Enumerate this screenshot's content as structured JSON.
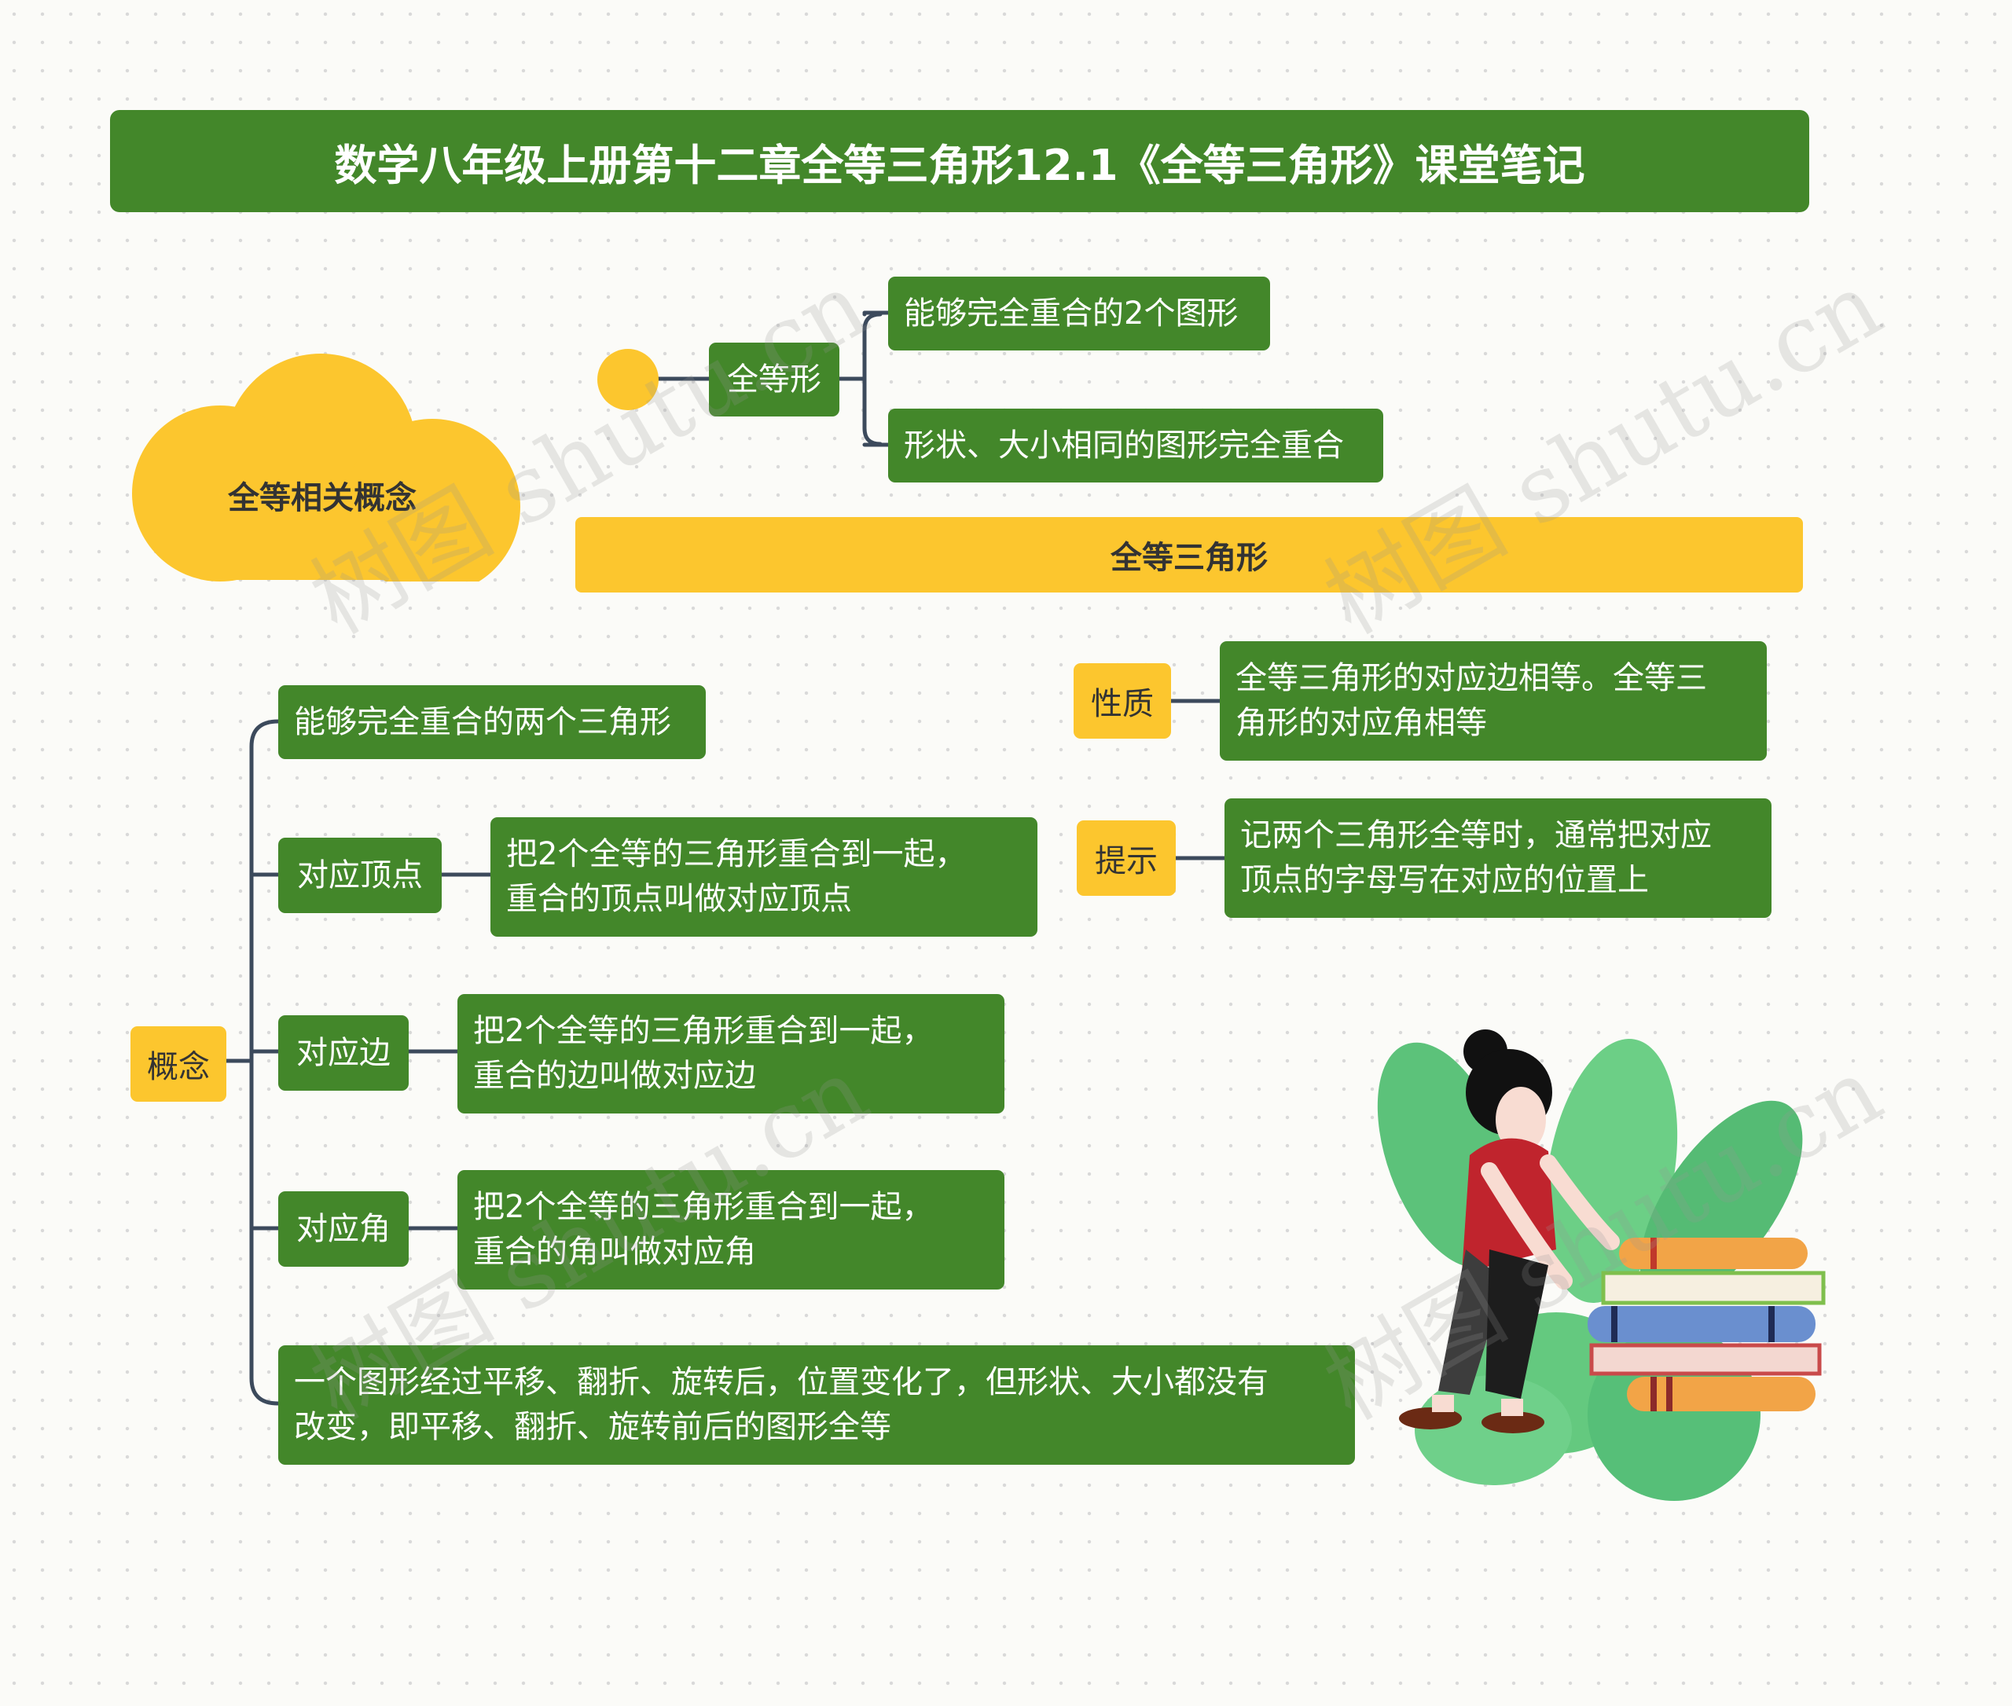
{
  "title": "数学八年级上册第十二章全等三角形12.1《全等三角形》课堂笔记",
  "cloud": {
    "label": "全等相关概念"
  },
  "congruent_shape": {
    "label": "全等形",
    "children": [
      "能够完全重合的2个图形",
      "形状、大小相同的图形完全重合"
    ]
  },
  "band": {
    "label": "全等三角形"
  },
  "concept": {
    "label": "概念",
    "definition": "能够完全重合的两个三角形",
    "vertex": {
      "label": "对应顶点",
      "line1": "把2个全等的三角形重合到一起，",
      "line2": "重合的顶点叫做对应顶点"
    },
    "side": {
      "label": "对应边",
      "line1": "把2个全等的三角形重合到一起，",
      "line2": "重合的边叫做对应边"
    },
    "angle": {
      "label": "对应角",
      "line1": "把2个全等的三角形重合到一起，",
      "line2": "重合的角叫做对应角"
    },
    "note": {
      "line1": "一个图形经过平移、翻折、旋转后，位置变化了，但形状、大小都没有",
      "line2": "改变，即平移、翻折、旋转前后的图形全等"
    }
  },
  "property": {
    "label": "性质",
    "line1": "全等三角形的对应边相等。全等三",
    "line2": "角形的对应角相等"
  },
  "hint": {
    "label": "提示",
    "line1": "记两个三角形全等时，通常把对应",
    "line2": "顶点的字母写在对应的位置上"
  },
  "watermark": "树图 shutu.cn",
  "colors": {
    "green": "#43872a",
    "yellow": "#fcc62e",
    "line": "#3c4a5c"
  }
}
